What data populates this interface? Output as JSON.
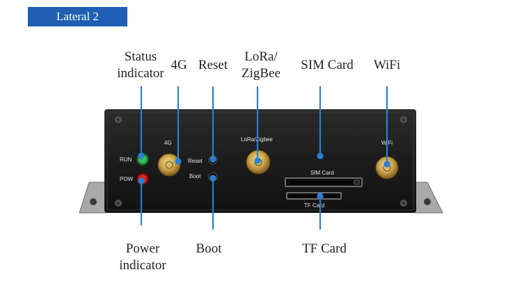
{
  "header": {
    "title": "Lateral 2"
  },
  "top_labels": {
    "status_line1": "Status",
    "status_line2": "indicator",
    "fourg": "4G",
    "reset": "Reset",
    "lora_line1": "LoRa/",
    "lora_line2": "ZigBee",
    "sim": "SIM Card",
    "wifi": "WiFi"
  },
  "bottom_labels": {
    "power_line1": "Power",
    "power_line2": "indicator",
    "boot": "Boot",
    "tf": "TF Card"
  },
  "device_labels": {
    "run": "RUN",
    "pow": "POW",
    "fourg": "4G",
    "reset": "Reset",
    "boot": "Boot",
    "lora": "LoRa/Zigbee",
    "sim": "SIM Card",
    "tf": "TF Card",
    "wifi": "WiFi"
  },
  "colors": {
    "accent": "#1f5fb4",
    "callout": "#2a7fd4",
    "run_led": "#2ea84a",
    "pow_led": "#d42020",
    "enclosure": "#1a1a1a"
  }
}
